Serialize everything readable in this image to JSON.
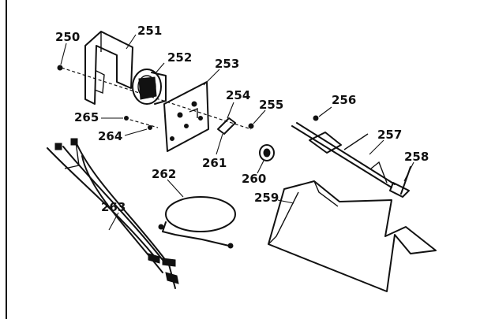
{
  "callouts": {
    "c250": "250",
    "c251": "251",
    "c252": "252",
    "c253": "253",
    "c254": "254",
    "c255": "255",
    "c256": "256",
    "c257": "257",
    "c258": "258",
    "c259": "259",
    "c260": "260",
    "c261": "261",
    "c262": "262",
    "c263": "263",
    "c264": "264",
    "c265": "265"
  }
}
